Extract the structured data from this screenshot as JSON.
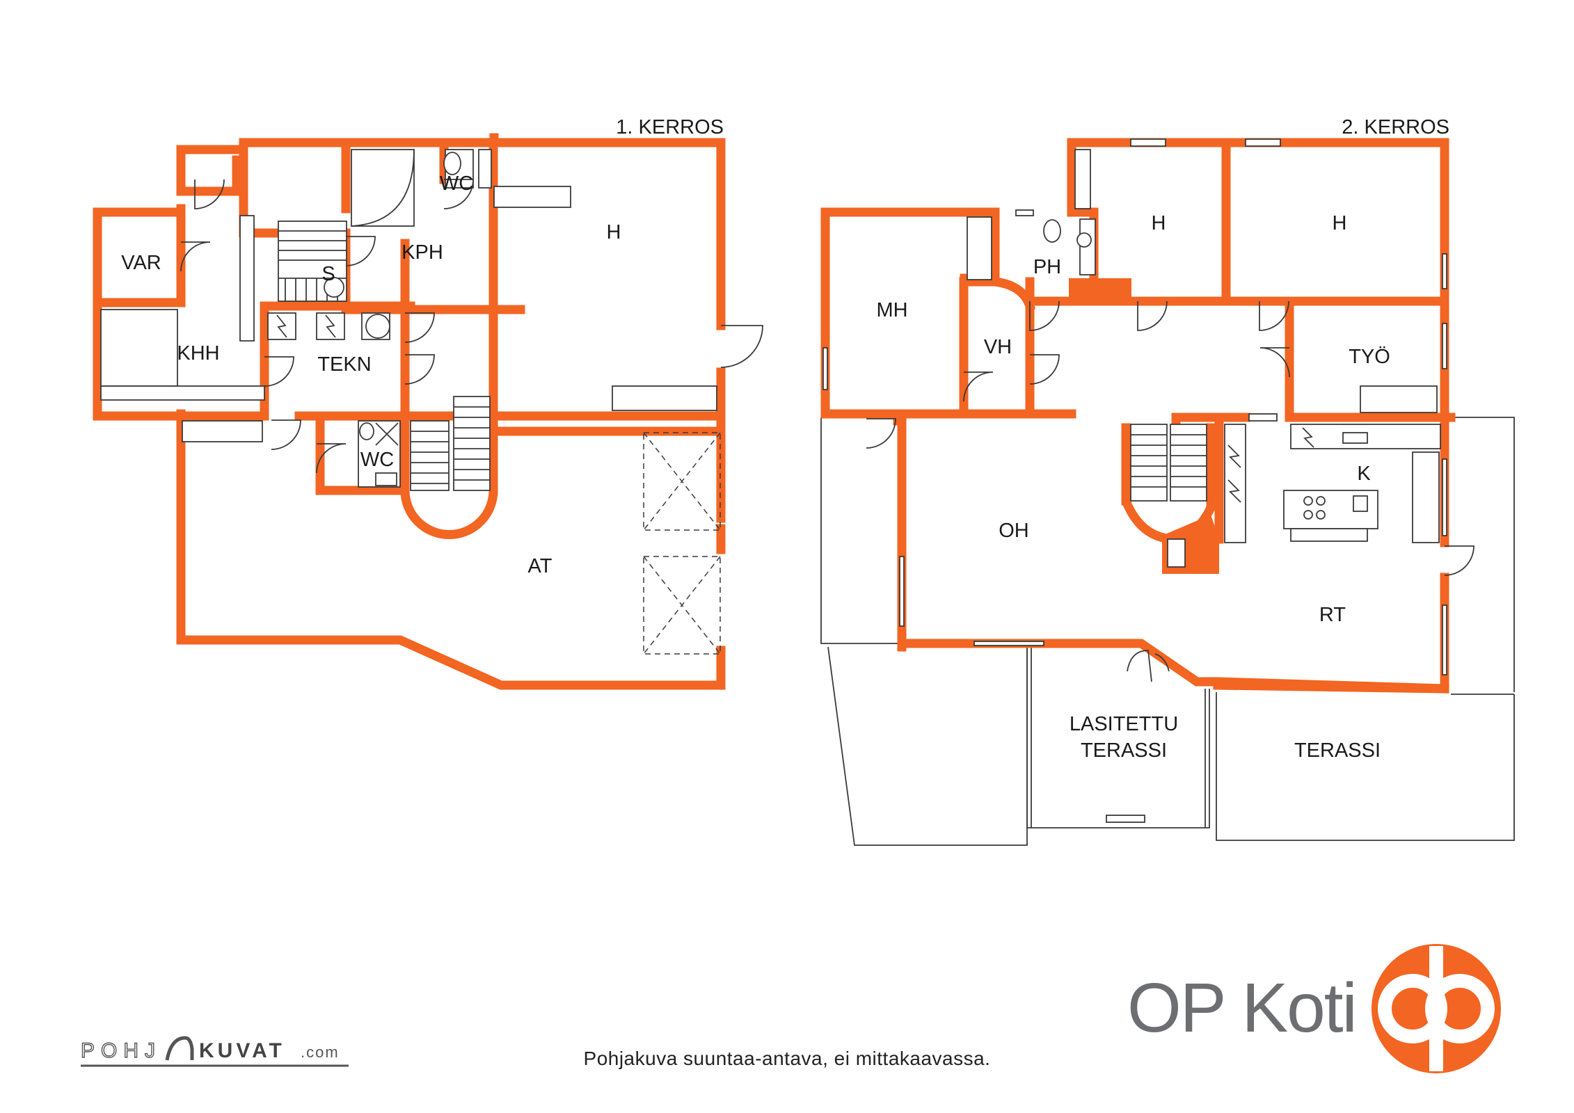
{
  "floors": [
    {
      "title": "1. KERROS",
      "rooms": [
        "VAR",
        "KHH",
        "S",
        "KPH",
        "WC",
        "H",
        "TEKN",
        "WC",
        "AT"
      ]
    },
    {
      "title": "2. KERROS",
      "rooms": [
        "MH",
        "PH",
        "H",
        "H",
        "VH",
        "TYÖ",
        "K",
        "OH",
        "RT",
        "LASITETTU",
        "TERASSI",
        "TERASSI"
      ]
    }
  ],
  "disclaimer": "Pohjakuva suuntaa-antava, ei mittakaavassa.",
  "brand": {
    "name": "OP Koti",
    "logo_icon": "op-logo-icon",
    "accent_color": "#f26522",
    "text_color": "#6d6e71"
  },
  "credit": {
    "name_left": "POHJ",
    "name_right": "KUVAT",
    "suffix": ".com"
  }
}
